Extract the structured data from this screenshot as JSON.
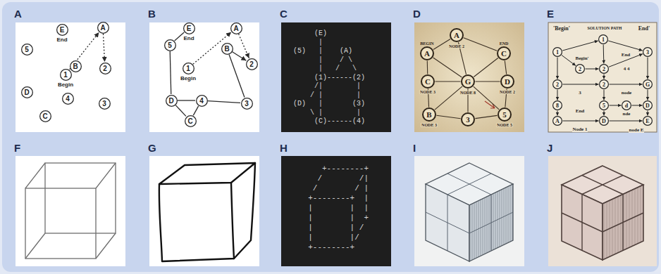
{
  "diagram": {
    "nodes": [
      {
        "text": [
          "E",
          "End"
        ]
      },
      {
        "text": [
          "A"
        ]
      },
      {
        "text": [
          "5"
        ]
      },
      {
        "text": [
          "B"
        ]
      },
      {
        "text": [
          "2"
        ]
      },
      {
        "text": [
          "1",
          "Begin"
        ]
      },
      {
        "text": [
          "D"
        ]
      },
      {
        "text": [
          "4"
        ]
      },
      {
        "text": [
          "3"
        ]
      },
      {
        "text": [
          "C"
        ]
      },
      {
        "text": [
          "E",
          "End"
        ]
      },
      {
        "text": [
          "A"
        ]
      },
      {
        "text": [
          "5"
        ]
      },
      {
        "text": [
          "B"
        ]
      },
      {
        "text": [
          "2"
        ]
      },
      {
        "text": [
          "1",
          "Begin"
        ]
      },
      {
        "text": [
          "D"
        ]
      },
      {
        "text": [
          "4"
        ]
      },
      {
        "text": [
          "3"
        ]
      },
      {
        "text": [
          "C"
        ]
      },
      {
        "text": [
          "A"
        ]
      },
      {
        "text": [
          "BEGIN",
          "A"
        ]
      },
      {
        "text": [
          "END",
          "C"
        ]
      },
      {
        "text": [
          "C"
        ]
      },
      {
        "text": [
          "G"
        ]
      },
      {
        "text": [
          "D"
        ]
      },
      {
        "text": [
          "B"
        ]
      },
      {
        "text": [
          "3"
        ]
      },
      {
        "text": [
          "5"
        ]
      },
      {
        "text": [
          "1"
        ]
      },
      {
        "text": [
          "1"
        ]
      },
      {
        "text": [
          "3"
        ]
      },
      {
        "text": [
          "2"
        ]
      },
      {
        "text": [
          "2"
        ]
      },
      {
        "text": [
          "2"
        ]
      },
      {
        "text": [
          "2"
        ]
      },
      {
        "text": [
          "G"
        ]
      },
      {
        "text": [
          "8"
        ]
      },
      {
        "text": [
          "5"
        ]
      },
      {
        "text": [
          "d"
        ]
      },
      {
        "text": [
          "D"
        ]
      },
      {
        "text": [
          "A"
        ]
      },
      {
        "text": [
          "D"
        ]
      },
      {
        "text": [
          "E"
        ]
      }
    ],
    "edges": [
      {
        "from": 5,
        "to": 1,
        "arrow": "to"
      },
      {
        "from": 1,
        "to": 4,
        "arrow": "to"
      },
      {
        "from": 15,
        "to": 11,
        "arrow": "to"
      },
      {
        "from": 11,
        "to": 14,
        "arrow": "to"
      },
      {
        "from": 12,
        "to": 10,
        "arrow": "none"
      },
      {
        "from": 12,
        "to": 16,
        "arrow": "none"
      },
      {
        "from": 16,
        "to": 17,
        "arrow": "none"
      },
      {
        "from": 16,
        "to": 19,
        "arrow": "none"
      },
      {
        "from": 19,
        "to": 17,
        "arrow": "none"
      },
      {
        "from": 17,
        "to": 18,
        "arrow": "none"
      },
      {
        "from": 18,
        "to": 13,
        "arrow": "none"
      },
      {
        "from": 13,
        "to": 14,
        "arrow": "to"
      },
      {
        "from": 21,
        "to": 20,
        "arrow": "none"
      },
      {
        "from": 20,
        "to": 22,
        "arrow": "none"
      },
      {
        "from": 21,
        "to": 23,
        "arrow": "none"
      },
      {
        "from": 21,
        "to": 24,
        "arrow": "none"
      },
      {
        "from": 20,
        "to": 24,
        "arrow": "none"
      },
      {
        "from": 22,
        "to": 24,
        "arrow": "none"
      },
      {
        "from": 22,
        "to": 25,
        "arrow": "none"
      },
      {
        "from": 23,
        "to": 24,
        "arrow": "none"
      },
      {
        "from": 24,
        "to": 25,
        "arrow": "none"
      },
      {
        "from": 23,
        "to": 26,
        "arrow": "none"
      },
      {
        "from": 24,
        "to": 26,
        "arrow": "none"
      },
      {
        "from": 24,
        "to": 27,
        "arrow": "none"
      },
      {
        "from": 24,
        "to": 28,
        "arrow": "none"
      },
      {
        "from": 25,
        "to": 28,
        "arrow": "none"
      },
      {
        "from": 26,
        "to": 27,
        "arrow": "none"
      },
      {
        "from": 27,
        "to": 28,
        "arrow": "none"
      },
      {
        "from": 30,
        "to": 29,
        "arrow": "to"
      },
      {
        "from": 29,
        "to": 31,
        "arrow": "to"
      },
      {
        "from": 30,
        "to": 32,
        "arrow": "to"
      },
      {
        "from": 29,
        "to": 33,
        "arrow": "to"
      },
      {
        "from": 32,
        "to": 33,
        "arrow": "to"
      },
      {
        "from": 33,
        "to": 31,
        "arrow": "to"
      },
      {
        "from": 30,
        "to": 34,
        "arrow": "to"
      },
      {
        "from": 33,
        "to": 35,
        "arrow": "to"
      },
      {
        "from": 34,
        "to": 35,
        "arrow": "to"
      },
      {
        "from": 35,
        "to": 36,
        "arrow": "to"
      },
      {
        "from": 31,
        "to": 36,
        "arrow": "to"
      },
      {
        "from": 34,
        "to": 37,
        "arrow": "to"
      },
      {
        "from": 35,
        "to": 38,
        "arrow": "to"
      },
      {
        "from": 36,
        "to": 40,
        "arrow": "to"
      },
      {
        "from": 37,
        "to": 41,
        "arrow": "to"
      },
      {
        "from": 38,
        "to": 42,
        "arrow": "to"
      },
      {
        "from": 41,
        "to": 42,
        "arrow": "to"
      },
      {
        "from": 42,
        "to": 43,
        "arrow": "to"
      },
      {
        "from": 40,
        "to": 43,
        "arrow": "to"
      },
      {
        "from": 38,
        "to": 39,
        "arrow": "to"
      },
      {
        "from": 39,
        "to": 40,
        "arrow": "to"
      }
    ],
    "labels": [
      "A",
      "B",
      "C",
      "D",
      "E",
      "      (E)",
      "       |",
      " (5)   |    (A)",
      "       |    / \\",
      "       |   /   \\",
      "      (1)------(2)",
      "      /|        |",
      "     / |        |",
      " (D)   |       (3)",
      "     \\ |        |",
      "      (C)------(4)",
      "NODE 2",
      "NODE 3",
      "NODE 8",
      "NODE 2",
      "NODE 3",
      "NODE 5",
      "'Begin'",
      "SOLUTION PATH",
      "End'",
      "Begin'",
      "End",
      "4 4",
      "3",
      "node",
      "End",
      "nde",
      "Node 1",
      "node E",
      "F",
      "G",
      "H",
      "I",
      "J",
      "     +--------+",
      "    /        /|",
      "   /        / |",
      "  +--------+  |",
      "  |        |  |",
      "  |        |  +",
      "  |        | /",
      "  |        |/",
      "  +--------+"
    ]
  }
}
